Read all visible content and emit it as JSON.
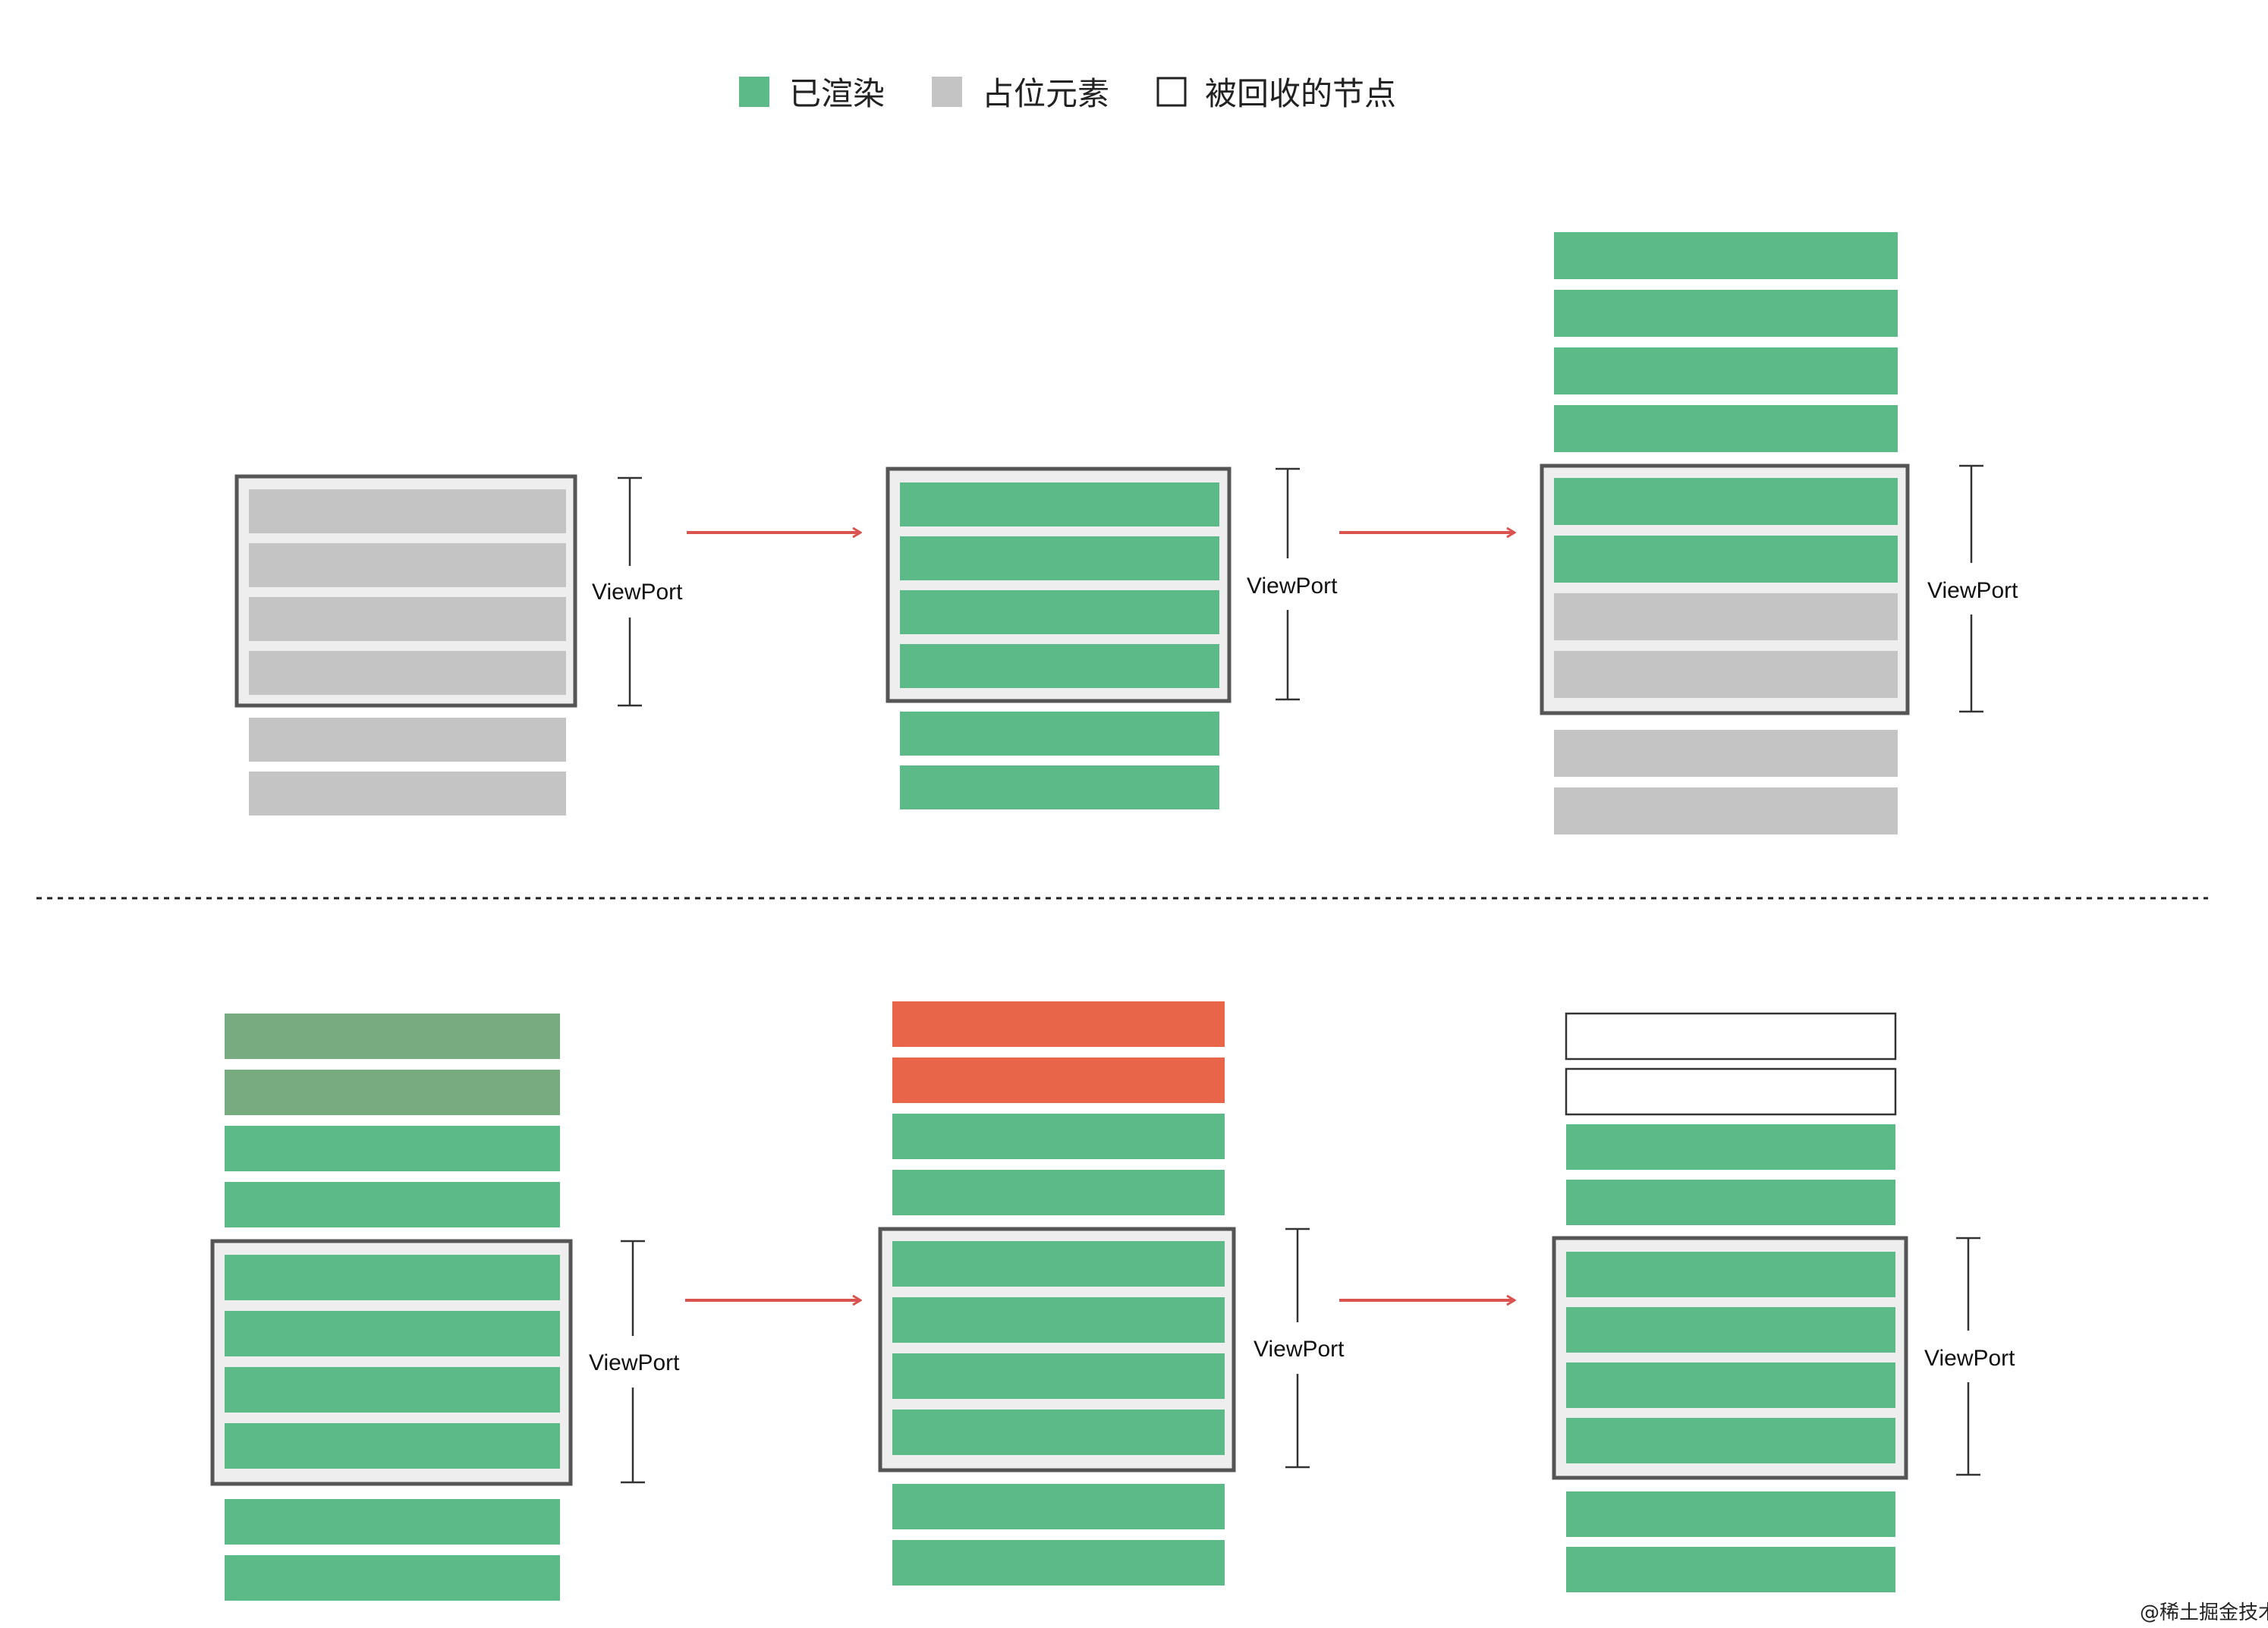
{
  "colors": {
    "rendered": "#5cba88",
    "placeholder": "#c4c4c4",
    "recycled_fill": "#ffffff",
    "recycled_stroke": "#333333",
    "removed": "#e8654a",
    "faded": "#78ac80",
    "viewport_frame": "#555555",
    "viewport_fill": "#eeeeee",
    "arrow": "#d9534f",
    "divider": "#222222"
  },
  "legend": [
    {
      "label": "已渲染",
      "kind": "rendered"
    },
    {
      "label": "占位元素",
      "kind": "placeholder"
    },
    {
      "label": "被回收的节点",
      "kind": "recycled"
    }
  ],
  "viewport_label": "ViewPort",
  "watermark_text": "@稀土掘金技术社区",
  "diagram": {
    "rows": [
      {
        "steps": [
          {
            "above": [],
            "inside": [
              "placeholder",
              "placeholder",
              "placeholder",
              "placeholder"
            ],
            "below": [
              "placeholder",
              "placeholder"
            ]
          },
          {
            "above": [],
            "inside": [
              "rendered",
              "rendered",
              "rendered",
              "rendered"
            ],
            "below": [
              "rendered",
              "rendered"
            ]
          },
          {
            "above": [
              "rendered",
              "rendered",
              "rendered",
              "rendered"
            ],
            "inside": [
              "rendered",
              "rendered",
              "placeholder",
              "placeholder"
            ],
            "below": [
              "placeholder",
              "placeholder"
            ]
          }
        ]
      },
      {
        "steps": [
          {
            "above": [
              "faded",
              "faded",
              "rendered",
              "rendered"
            ],
            "inside": [
              "rendered",
              "rendered",
              "rendered",
              "rendered"
            ],
            "below": [
              "rendered",
              "rendered"
            ]
          },
          {
            "above": [
              "removed",
              "removed",
              "rendered",
              "rendered"
            ],
            "inside": [
              "rendered",
              "rendered",
              "rendered",
              "rendered"
            ],
            "below": [
              "rendered",
              "rendered"
            ]
          },
          {
            "above": [
              "recycled",
              "recycled",
              "rendered",
              "rendered"
            ],
            "inside": [
              "rendered",
              "rendered",
              "rendered",
              "rendered"
            ],
            "below": [
              "rendered",
              "rendered"
            ]
          }
        ]
      }
    ]
  }
}
